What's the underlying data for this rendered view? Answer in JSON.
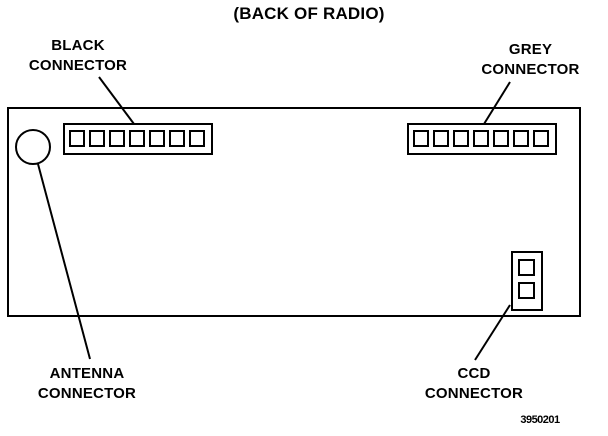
{
  "title": "(BACK OF RADIO)",
  "labels": {
    "black_connector": [
      "BLACK",
      "CONNECTOR"
    ],
    "grey_connector": [
      "GREY",
      "CONNECTOR"
    ],
    "antenna_connector": [
      "ANTENNA",
      "CONNECTOR"
    ],
    "ccd_connector": [
      "CCD",
      "CONNECTOR"
    ]
  },
  "figure_number": "3950201",
  "connectors": {
    "black_pins": 7,
    "grey_pins": 7,
    "ccd_pins": 2
  },
  "colors": {
    "line": "#000000",
    "background": "#ffffff"
  }
}
